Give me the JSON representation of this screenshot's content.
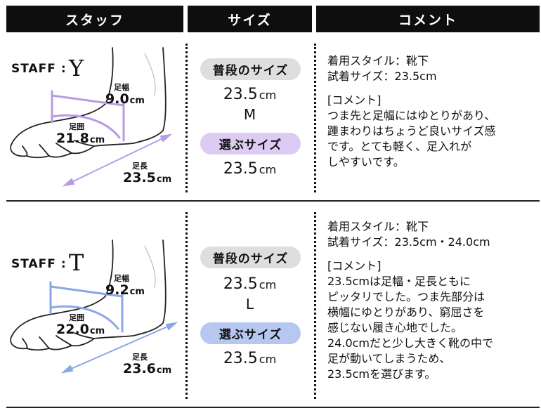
{
  "header": {
    "staff": "スタッフ",
    "size": "サイズ",
    "comment": "コメント"
  },
  "staff1": {
    "label": "STAFF :",
    "initial": "Y",
    "accent": "#b79be6",
    "width_label": "足幅",
    "width_value": "9.0",
    "girth_label": "足囲",
    "girth_value": "21.8",
    "length_label": "足長",
    "length_value": "23.5",
    "unit": "cm",
    "normal_size_label": "普段のサイズ",
    "normal_size_value": "23.5",
    "normal_size_width": "M",
    "chosen_size_label": "選ぶサイズ",
    "chosen_size_value": "23.5",
    "style_line": "着用スタイル：靴下",
    "tried_line": "試着サイズ：23.5cm",
    "comment_heading": "[コメント]",
    "comment_lines": [
      "つま先と足幅にはゆとりがあり、",
      "踵まわりはちょうど良いサイズ感",
      "です。とても軽く、足入れが",
      "しやすいです。"
    ]
  },
  "staff2": {
    "label": "STAFF :",
    "initial": "T",
    "accent": "#8aa7e6",
    "width_label": "足幅",
    "width_value": "9.2",
    "girth_label": "足囲",
    "girth_value": "22.0",
    "length_label": "足長",
    "length_value": "23.6",
    "unit": "cm",
    "normal_size_label": "普段のサイズ",
    "normal_size_value": "23.5",
    "normal_size_width": "L",
    "chosen_size_label": "選ぶサイズ",
    "chosen_size_value": "23.5",
    "style_line": "着用スタイル：靴下",
    "tried_line": "試着サイズ：23.5cm・24.0cm",
    "comment_heading": "[コメント]",
    "comment_lines": [
      "23.5cmは足幅・足長ともに",
      "ピッタリでした。つま先部分は",
      "横幅にゆとりがあり、窮屈さを",
      "感じない履き心地でした。",
      "24.0cmだと少し大きく靴の中で",
      "足が動いてしまうため、",
      "23.5cmを選びます。"
    ]
  }
}
